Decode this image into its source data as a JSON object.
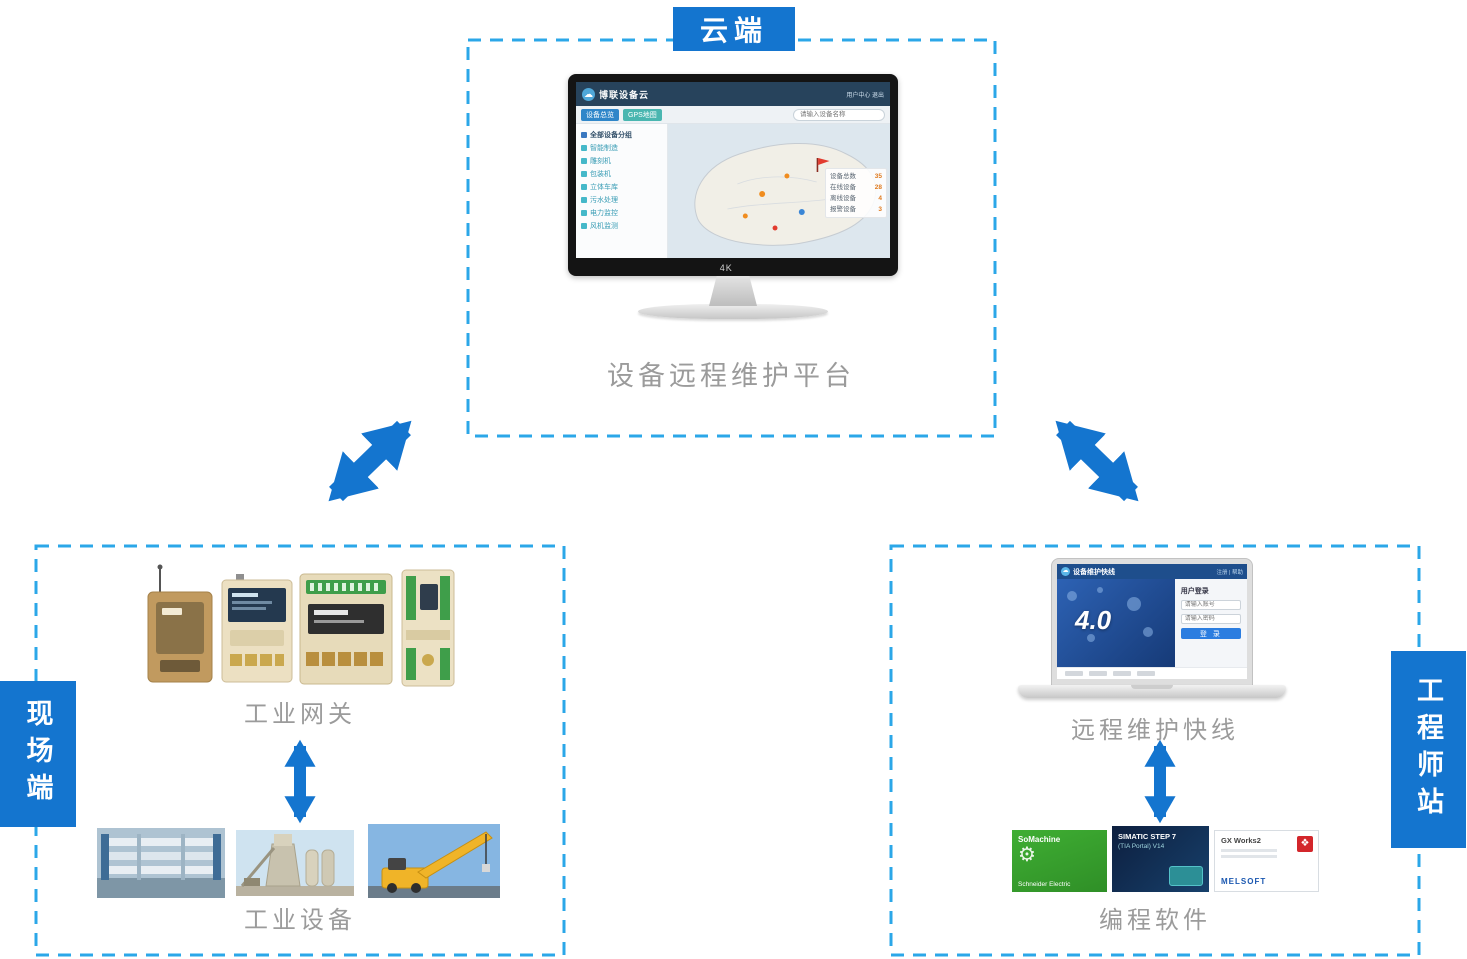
{
  "zones": {
    "cloud": {
      "label": "云端",
      "caption": "设备远程维护平台"
    },
    "field": {
      "label": "现场端",
      "gateway_caption": "工业网关",
      "equipment_caption": "工业设备"
    },
    "engineer": {
      "label": "工程师站",
      "laptop_caption": "远程维护快线",
      "software_caption": "编程软件"
    }
  },
  "colors": {
    "accent_blue": "#1475cf",
    "dashed_border": "#2ba7e8",
    "caption_gray": "#9b9b9b"
  },
  "icons": {
    "cloud": "☁",
    "gear": "⚙",
    "diamond": "❖"
  },
  "monitor_screen": {
    "brand": "博联设备云",
    "header_right": "用户中心  退出",
    "tabs": [
      "设备总览",
      "GPS地图"
    ],
    "search_placeholder": "请输入设备名称",
    "tree": [
      "全部设备分组",
      "智能制造",
      "雕刻机",
      "包装机",
      "立体车库",
      "污水处理",
      "电力监控",
      "风机监测"
    ],
    "legend": [
      {
        "label": "设备总数",
        "value": "35"
      },
      {
        "label": "在线设备",
        "value": "28"
      },
      {
        "label": "离线设备",
        "value": "4"
      },
      {
        "label": "报警设备",
        "value": "3"
      }
    ],
    "bezel_logo": "4K"
  },
  "laptop_screen": {
    "brand": "设备维护快线",
    "header_right": "注册 | 帮助",
    "headline": "4.0",
    "login_title": "用户登录",
    "username_placeholder": "请输入账号",
    "password_placeholder": "请输入密码",
    "login_button": "登 录"
  },
  "software_cards": [
    {
      "line1": "SoMachine",
      "line2": "Schneider Electric"
    },
    {
      "line1": "SIMATIC STEP 7",
      "line2": "(TIA Portal) V14"
    },
    {
      "line1": "GX Works2",
      "line2": "MELSOFT"
    }
  ]
}
